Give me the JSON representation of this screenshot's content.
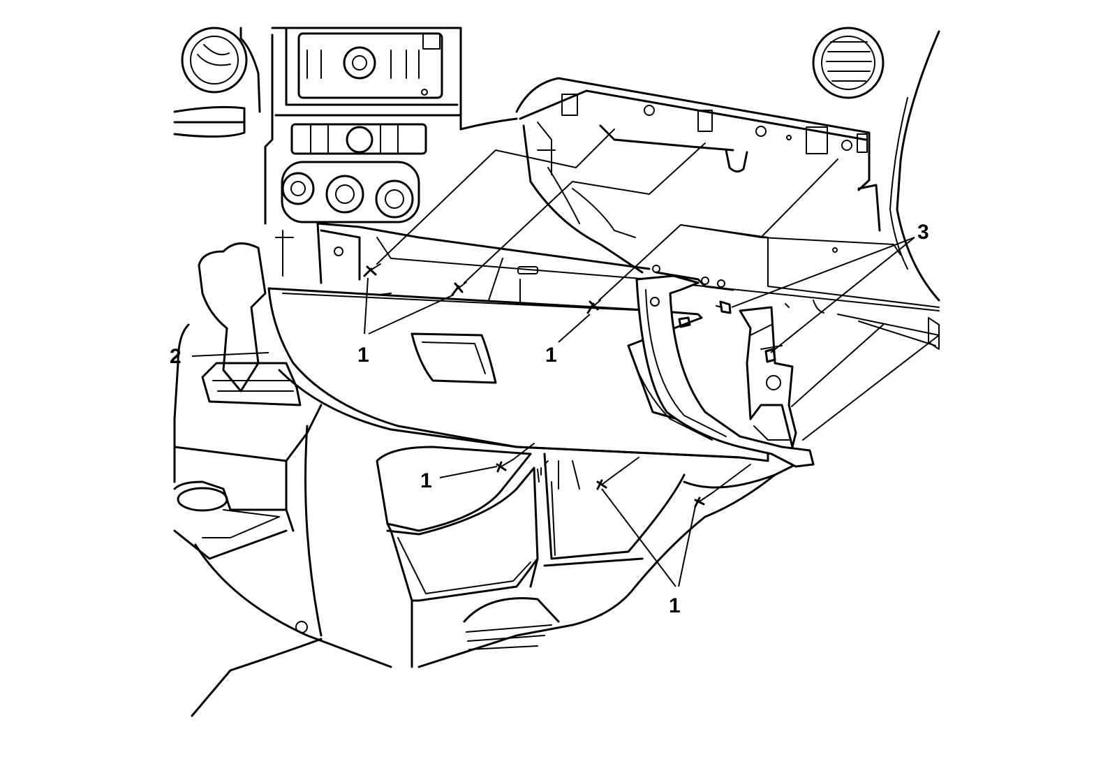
{
  "callouts": {
    "fastener_a": "1",
    "fastener_b": "1",
    "fastener_c": "1",
    "fastener_d": "1",
    "panel": "2",
    "clips": "3"
  }
}
